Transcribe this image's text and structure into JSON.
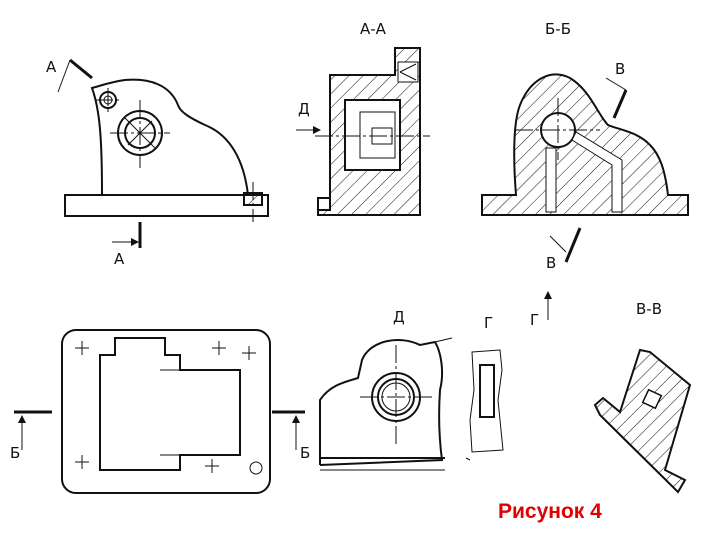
{
  "labels": {
    "section_aa": "А-А",
    "section_bb": "Б-Б",
    "section_vv": "В-В",
    "mark_a_top": "А",
    "mark_a_bottom": "А",
    "mark_d_front": "Д",
    "mark_v_top": "В",
    "mark_v_bottom": "В",
    "mark_b_left": "Б",
    "mark_b_right": "Б",
    "view_d": "Д",
    "view_g": "Г",
    "mark_g": "Г"
  },
  "caption": "Рисунок 4",
  "colors": {
    "line": "#111111",
    "caption": "#e00000",
    "background": "#ffffff"
  }
}
